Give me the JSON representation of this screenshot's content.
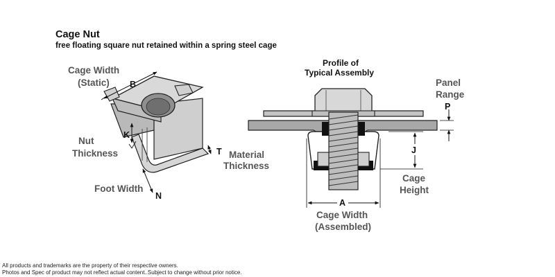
{
  "header": {
    "title": "Cage Nut",
    "subtitle": "free floating square nut retained within a spring steel cage"
  },
  "left_view": {
    "cage_width_static": [
      "Cage Width",
      "(Static)"
    ],
    "letter_b": "B",
    "nut_thickness": [
      "Nut",
      "Thickness"
    ],
    "letter_k": "K",
    "material_thickness": [
      "Material",
      "Thickness"
    ],
    "letter_t": "T",
    "foot_width": "Foot Width",
    "letter_n": "N"
  },
  "right_view": {
    "profile_title": [
      "Profile of",
      "Typical Assembly"
    ],
    "panel_range": [
      "Panel",
      "Range"
    ],
    "letter_p": "P",
    "letter_j": "J",
    "cage_height": [
      "Cage",
      "Height"
    ],
    "letter_a": "A",
    "cage_width_assembled": [
      "Cage Width",
      "(Assembled)"
    ]
  },
  "footer": {
    "line1": "All products and trademarks are the property of their respective owners.",
    "line2": "Photos and Spec of product may not reflect actual content..Subject to change without prior notice."
  },
  "colors": {
    "metal": "#c8c8c8",
    "metal_dark": "#9a9a9a",
    "panel": "#a8a8a8",
    "ink": "#111111",
    "label_gray": "#555555"
  }
}
